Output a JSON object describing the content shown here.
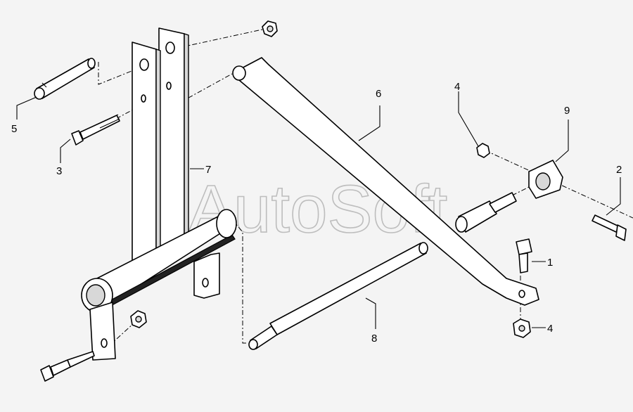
{
  "watermark": "AutoSoft",
  "callouts": {
    "c1": "1",
    "c2": "2",
    "c3": "3",
    "c4a": "4",
    "c4b": "4",
    "c5": "5",
    "c6": "6",
    "c7": "7",
    "c8": "8",
    "c9": "9"
  }
}
